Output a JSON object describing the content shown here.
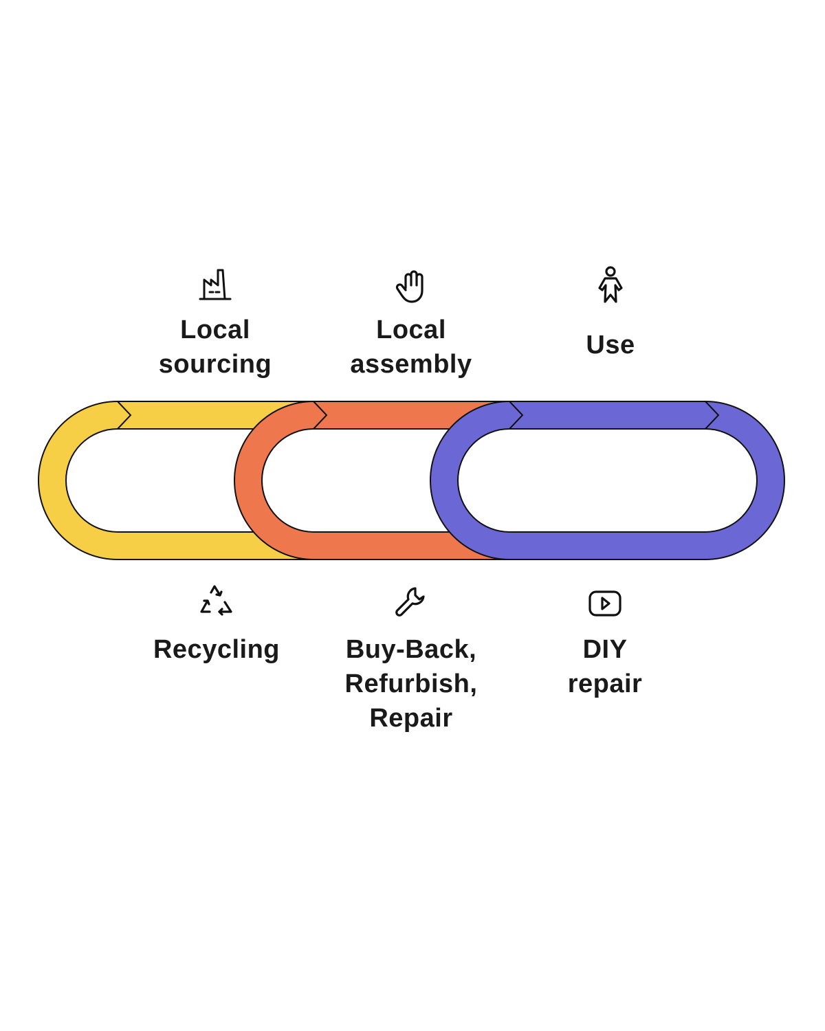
{
  "colors": {
    "yellow": "#F7CF47",
    "orange": "#EE774E",
    "purple": "#6B68D6",
    "stroke": "#111111",
    "text": "#1a1a1a"
  },
  "top_steps": [
    {
      "label": "Local\nsourcing",
      "icon": "factory-icon"
    },
    {
      "label": "Local\nassembly",
      "icon": "hand-icon"
    },
    {
      "label": "Use",
      "icon": "person-icon"
    }
  ],
  "bottom_steps": [
    {
      "label": "Recycling",
      "icon": "recycle-icon"
    },
    {
      "label": "Buy-Back,\nRefurbish,\nRepair",
      "icon": "wrench-icon"
    },
    {
      "label": "DIY\nrepair",
      "icon": "play-video-icon"
    }
  ],
  "loops": [
    {
      "name": "sourcing-recycling-loop",
      "color": "yellow"
    },
    {
      "name": "assembly-refurbish-loop",
      "color": "orange"
    },
    {
      "name": "use-diy-repair-loop",
      "color": "purple"
    }
  ]
}
